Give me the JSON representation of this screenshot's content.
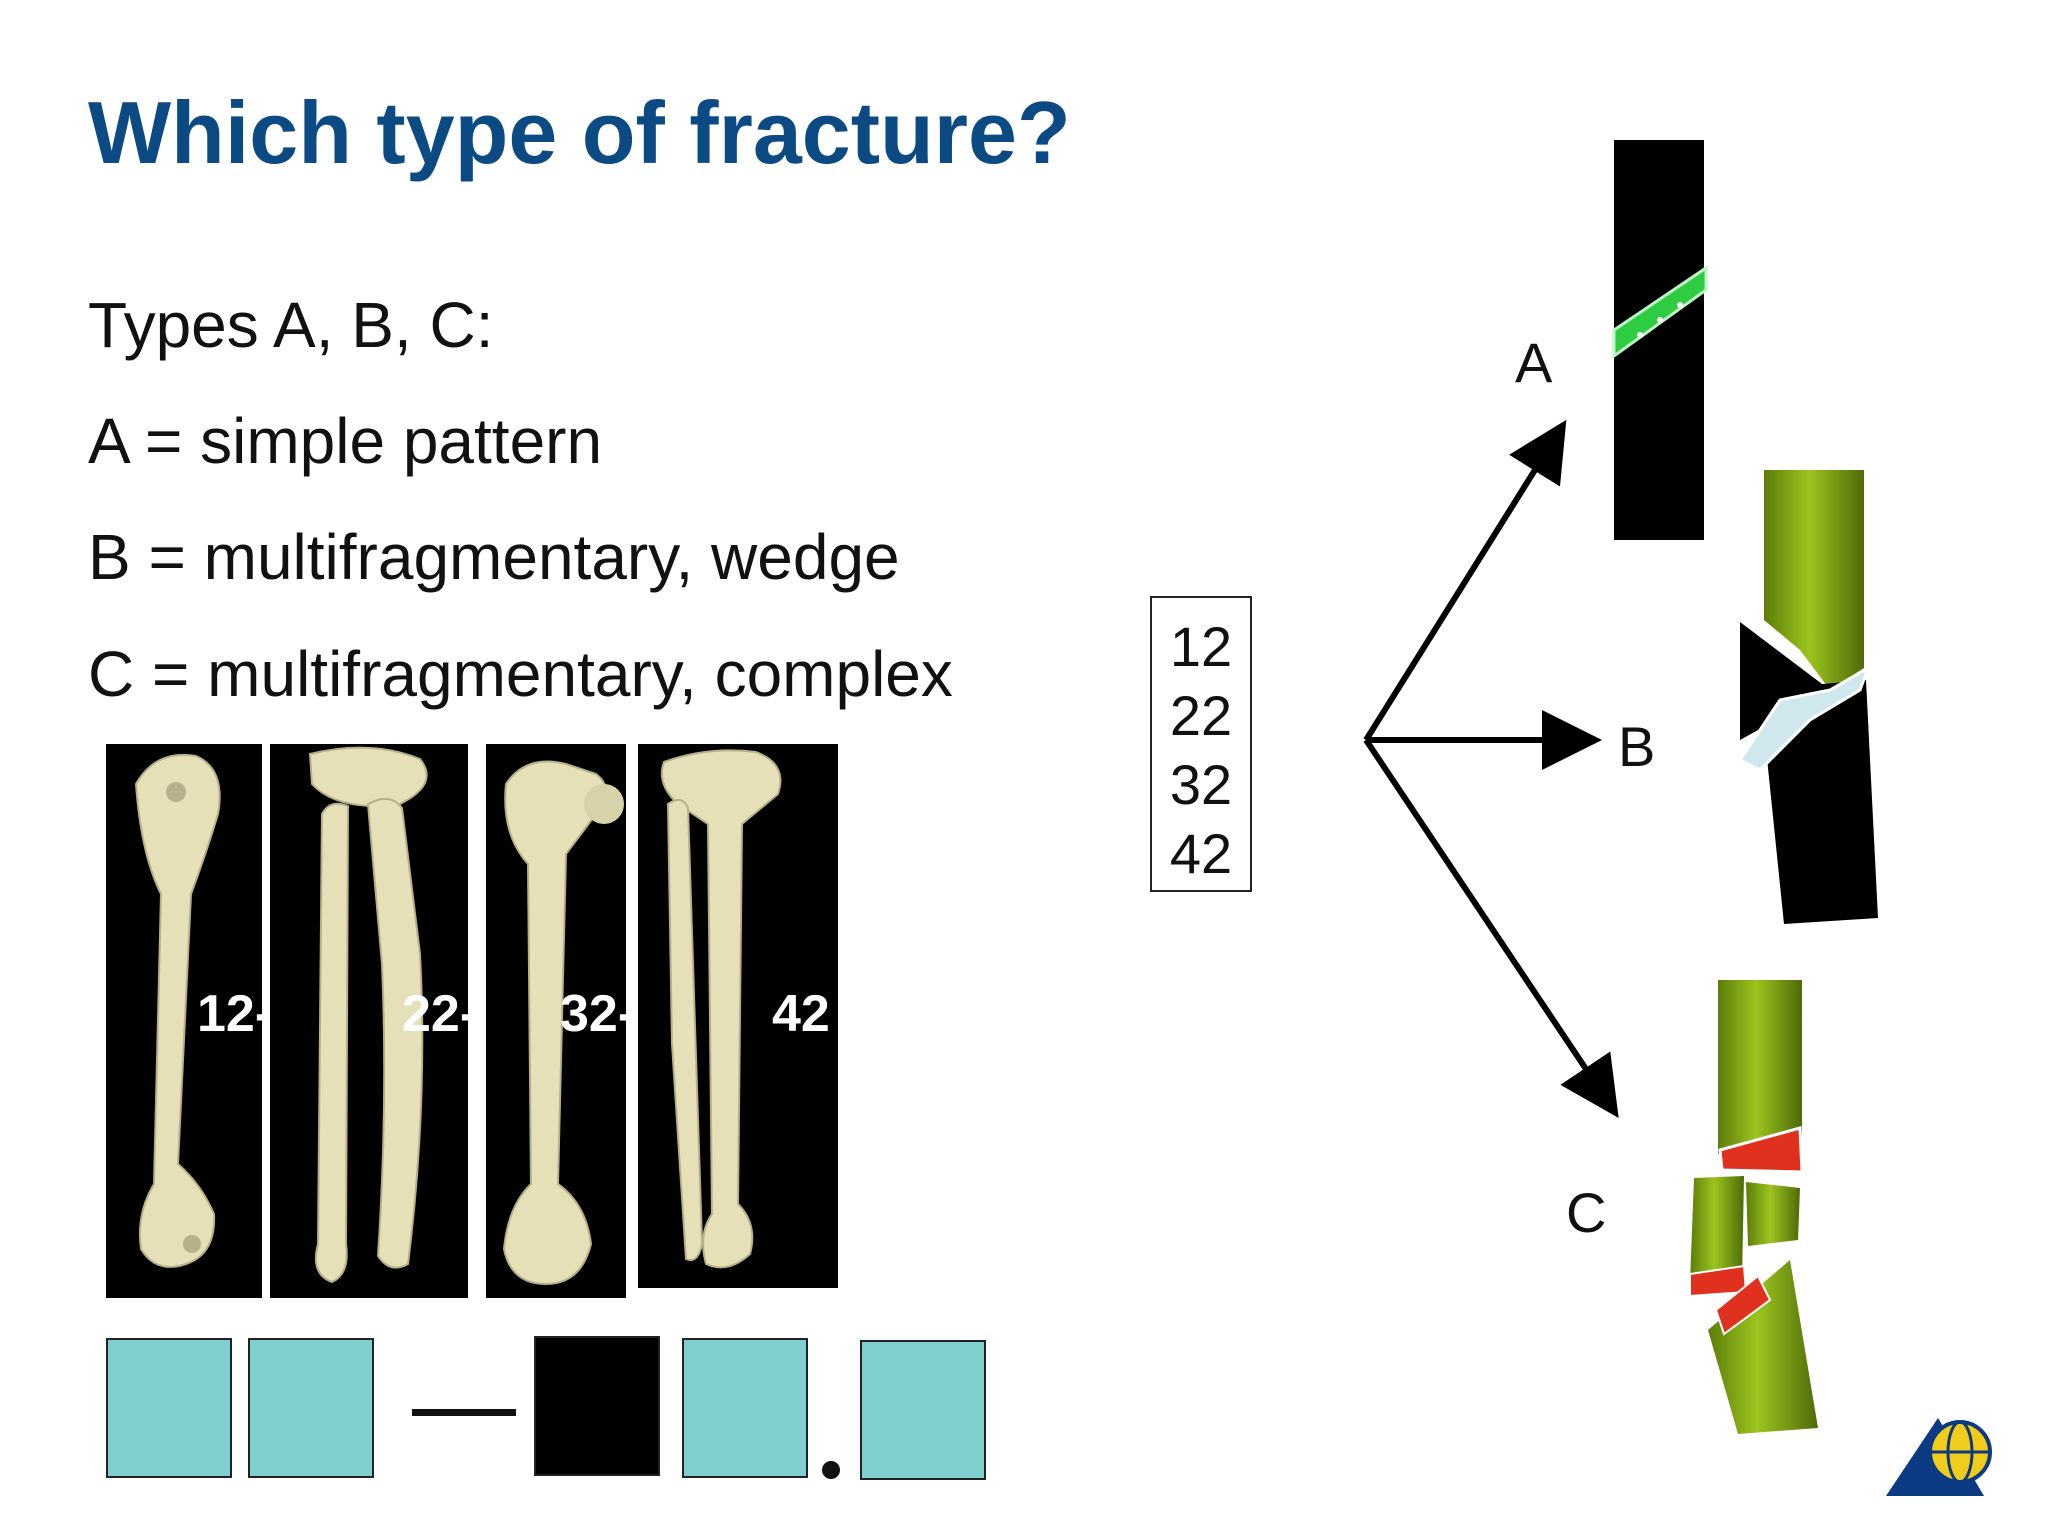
{
  "title": "Which type of fracture?",
  "intro": "Types A, B, C:",
  "types": [
    {
      "line": "A = simple pattern"
    },
    {
      "line": "B = multifragmentary, wedge"
    },
    {
      "line": "C = multifragmentary, complex"
    }
  ],
  "bones": [
    {
      "label": "12-"
    },
    {
      "label": "22-"
    },
    {
      "label": "32-"
    },
    {
      "label": "42"
    }
  ],
  "codes": [
    "12",
    "22",
    "32",
    "42"
  ],
  "branches": {
    "a": "A",
    "b": "B",
    "c": "C"
  },
  "colors": {
    "title": "#0b4a82",
    "code_box": "#7fcfcf",
    "bone": "#e6e0b8",
    "segment_green": "#7fa31a",
    "fracture_a": "#2ecc40",
    "fracture_b": "#cfe8ee",
    "fracture_c": "#e0301e"
  },
  "logo": "ao-globe-logo"
}
